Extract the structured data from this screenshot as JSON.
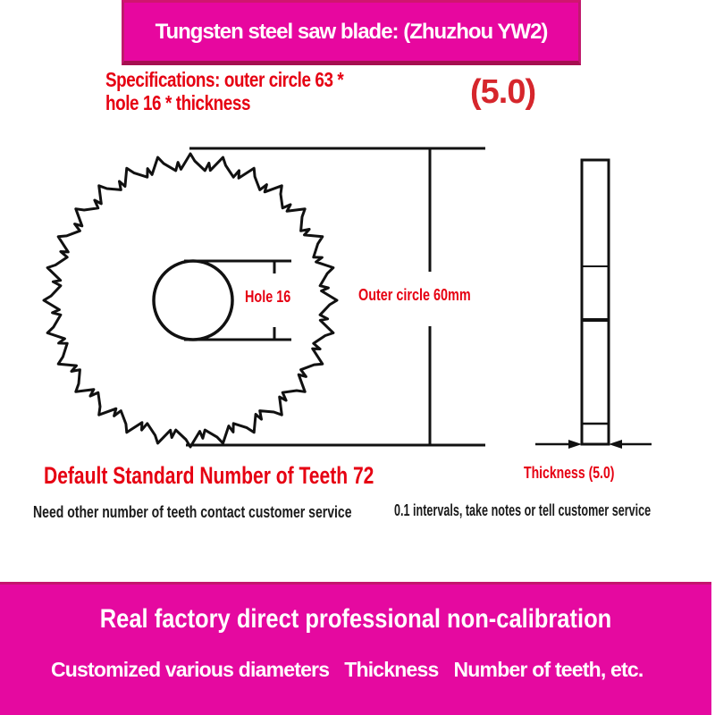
{
  "top_banner": {
    "title": "Tungsten steel saw blade: (Zhuzhou YW2)"
  },
  "specs": {
    "line1": "Specifications: outer circle 63 *",
    "line2": "hole 16 * thickness",
    "thickness_value": "(5.0)"
  },
  "diagram": {
    "hole_label": "Hole 16",
    "outer_label": "Outer circle 60mm",
    "thickness_label": "Thickness (5.0)",
    "teeth_default": "Default Standard Number of Teeth 72",
    "note_left": "Need other number of teeth contact customer service",
    "note_right": "0.1 intervals, take notes or tell customer service"
  },
  "bottom_banner": {
    "title": "Real factory direct professional non-calibration",
    "items": [
      "Customized various diameters",
      "Thickness",
      "Number of teeth, etc."
    ]
  },
  "colors": {
    "magenta": "#e7079f",
    "magenta_border": "#c01a6d",
    "red_text": "#e60012",
    "line_color": "#111111"
  }
}
